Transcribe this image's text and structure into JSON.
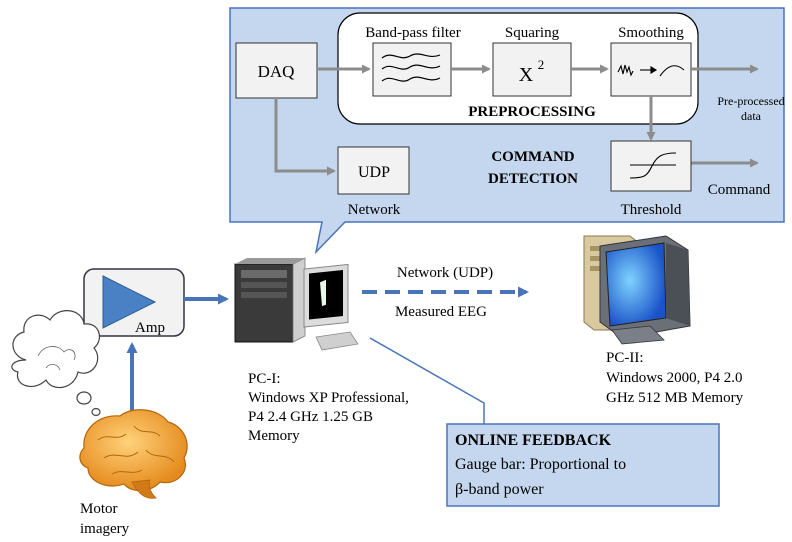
{
  "diagram": {
    "dsp_panel": {
      "daq": "DAQ",
      "bandpass": "Band-pass filter",
      "squaring": "Squaring",
      "squaring_symbol": "X",
      "squaring_exp": "2",
      "smoothing": "Smoothing",
      "preprocessing": "PREPROCESSING",
      "preprocessed_line1": "Pre-processed",
      "preprocessed_line2": "data",
      "udp": "UDP",
      "network": "Network",
      "command_detection_line1": "COMMAND",
      "command_detection_line2": "DETECTION",
      "threshold": "Threshold",
      "command": "Command"
    },
    "amp_label": "Amp",
    "network_udp": "Network (UDP)",
    "measured_eeg": "Measured EEG",
    "pc1": {
      "line1": "PC-I:",
      "line2": "Windows XP Professional,",
      "line3": "P4 2.4 GHz 1.25 GB",
      "line4": "Memory"
    },
    "pc2": {
      "line1": "PC-II:",
      "line2": "Windows 2000, P4 2.0",
      "line3": "GHz 512 MB Memory"
    },
    "feedback": {
      "title": "ONLINE FEEDBACK",
      "line1": "Gauge bar: Proportional to",
      "line2": "β-band power"
    },
    "motor_line1": "Motor",
    "motor_line2": "imagery",
    "colors": {
      "panel_fill": "#c5d7ee",
      "panel_stroke": "#4a74b8",
      "box_fill": "#f2f2f2",
      "arrow_gray": "#8c8c8c",
      "arrow_blue": "#4a74b8",
      "amp_triangle": "#4a80c4"
    }
  }
}
